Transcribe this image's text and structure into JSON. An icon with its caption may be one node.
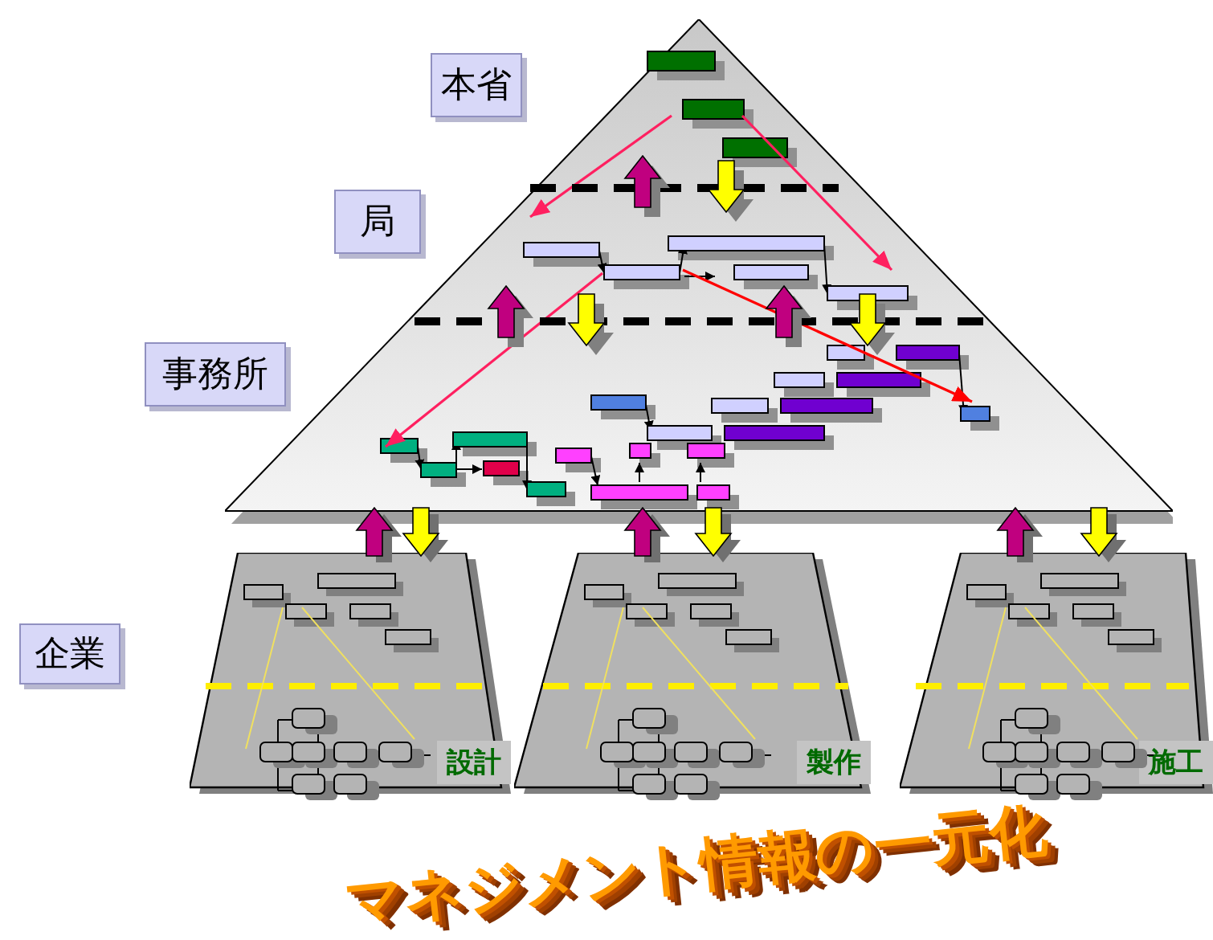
{
  "diagram": {
    "nodes": [
      {
        "text": [
          "本省"
        ]
      },
      {
        "text": [
          "局"
        ]
      },
      {
        "text": [
          "事務所"
        ]
      },
      {
        "text": [
          "企業"
        ]
      },
      {
        "text": [],
        "shape": "triangle"
      },
      {
        "text": [
          "設計"
        ]
      },
      {
        "text": [
          "製作"
        ]
      },
      {
        "text": [
          "施工"
        ]
      }
    ],
    "edges": [
      {
        "from": 5,
        "to": 4,
        "arrow": "to",
        "style": "thick",
        "color": "#c0007f"
      },
      {
        "from": 4,
        "to": 5,
        "arrow": "to",
        "style": "thick",
        "color": "#ffff00"
      },
      {
        "from": 6,
        "to": 4,
        "arrow": "to",
        "style": "thick",
        "color": "#c0007f"
      },
      {
        "from": 4,
        "to": 6,
        "arrow": "to",
        "style": "thick",
        "color": "#ffff00"
      },
      {
        "from": 7,
        "to": 4,
        "arrow": "to",
        "style": "thick",
        "color": "#c0007f"
      },
      {
        "from": 4,
        "to": 7,
        "arrow": "to",
        "style": "thick",
        "color": "#ffff00"
      }
    ],
    "labels": [
      "マネジメント情報の一元化"
    ]
  }
}
